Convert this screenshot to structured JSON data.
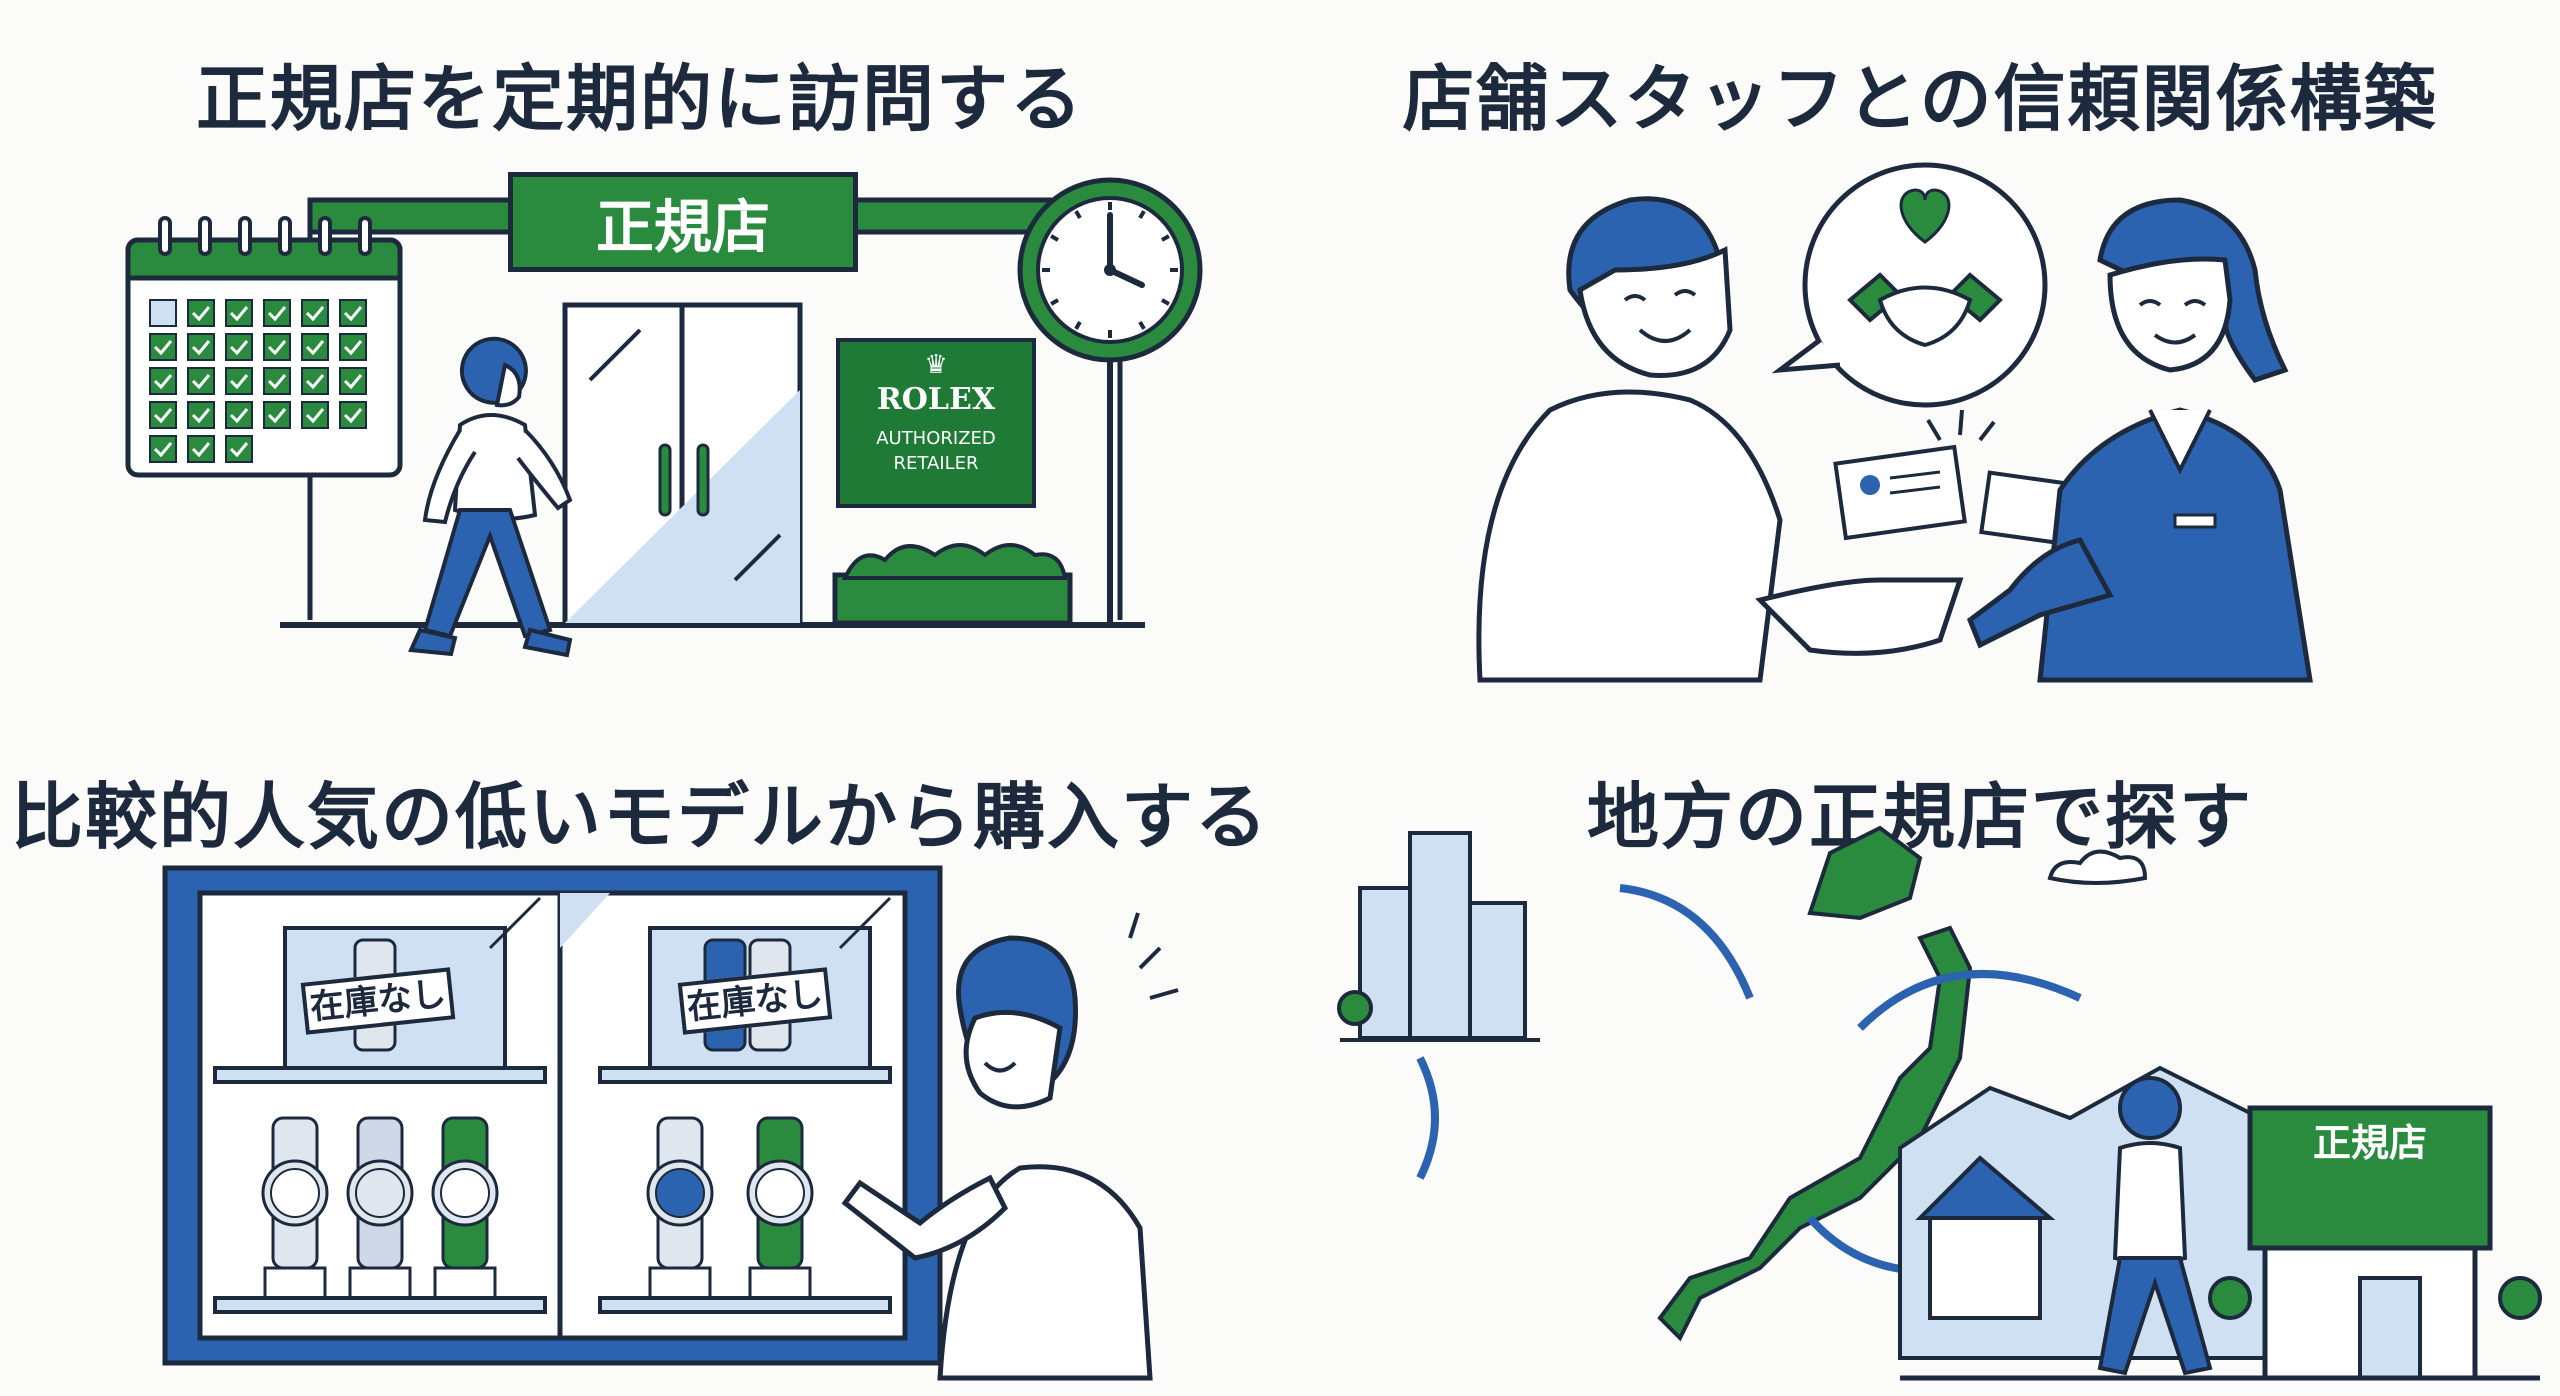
{
  "panels": [
    {
      "id": "visit",
      "title": "正規店を定期的に訪問する",
      "store_sign": "正規店",
      "retailer_plaque": {
        "brand": "ROLEX",
        "line1": "AUTHORIZED",
        "line2": "RETAILER"
      }
    },
    {
      "id": "trust",
      "title": "店舗スタッフとの信頼関係構築"
    },
    {
      "id": "lesser-models",
      "title": "比較的人気の低いモデルから購入する",
      "sold_out_tags": [
        "在庫なし",
        "在庫なし"
      ]
    },
    {
      "id": "regional",
      "title": "地方の正規店で探す",
      "store_sign": "正規店"
    }
  ],
  "colors": {
    "green": "#2a8a3e",
    "blue": "#2c63b0",
    "navy": "#1d2a3d",
    "light_blue": "#cfe0f2",
    "background": "#fbfbf9"
  },
  "icons": [
    "calendar-icon",
    "clock-icon",
    "heart-icon",
    "handshake-icon",
    "business-card-icon",
    "watch-icon",
    "arrow-icon",
    "japan-map-icon",
    "city-buildings-icon",
    "cloud-icon"
  ]
}
